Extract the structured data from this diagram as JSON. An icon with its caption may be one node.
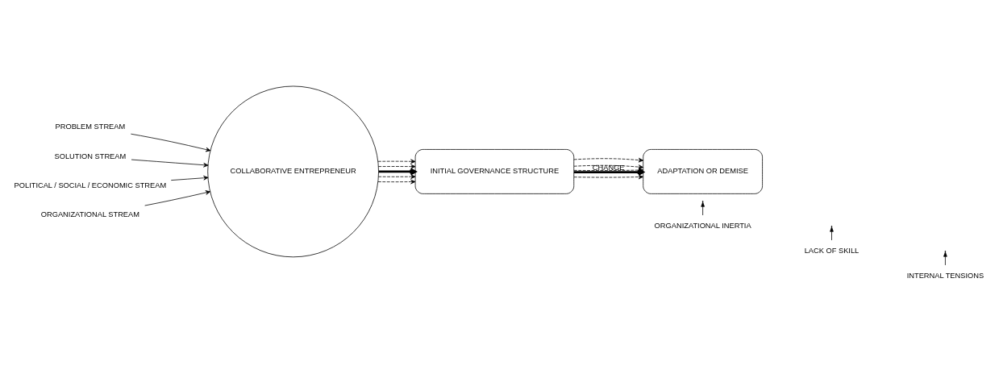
{
  "diagram": {
    "nodes": [
      {
        "text": [
          "PROBLEM STREAM"
        ]
      },
      {
        "text": [
          "SOLUTION STREAM"
        ]
      },
      {
        "text": [
          "POLITICAL / SOCIAL / ECONOMIC STREAM"
        ]
      },
      {
        "text": [
          "ORGANIZATIONAL STREAM"
        ]
      },
      {
        "text": [
          "COLLABORATIVE ENTREPRENEUR"
        ]
      },
      {
        "text": [
          "INITIAL GOVERNANCE STRUCTURE"
        ]
      },
      {
        "text": [
          "ADAPTATION OR DEMISE"
        ]
      },
      {
        "text": [
          "ORGANIZATIONAL INERTIA"
        ]
      },
      {
        "text": [
          "LACK OF SKILL"
        ]
      },
      {
        "text": [
          "INTERNAL TENSIONS"
        ]
      }
    ],
    "edges": [
      {
        "from": 0,
        "to": 4,
        "arrow": "to"
      },
      {
        "from": 1,
        "to": 4,
        "arrow": "to"
      },
      {
        "from": 2,
        "to": 4,
        "arrow": "to"
      },
      {
        "from": 3,
        "to": 4,
        "arrow": "to"
      },
      {
        "from": 4,
        "to": 5,
        "arrow": "to",
        "style": "dashed"
      },
      {
        "from": 4,
        "to": 5,
        "arrow": "to",
        "style": "dashed"
      },
      {
        "from": 4,
        "to": 5,
        "arrow": "to",
        "style": "thick"
      },
      {
        "from": 4,
        "to": 5,
        "arrow": "to",
        "style": "dashed"
      },
      {
        "from": 4,
        "to": 5,
        "arrow": "to",
        "style": "dashed"
      },
      {
        "from": 5,
        "to": 6,
        "arrow": "to",
        "style": "dashed"
      },
      {
        "from": 5,
        "to": 6,
        "arrow": "to",
        "style": "dashed"
      },
      {
        "from": 5,
        "to": 6,
        "arrow": "to",
        "style": "thick",
        "label": "CHANGE"
      },
      {
        "from": 5,
        "to": 6,
        "arrow": "to",
        "style": "dashed"
      },
      {
        "from": 5,
        "to": 6,
        "arrow": "to",
        "style": "dashed"
      },
      {
        "from": 7,
        "to": null,
        "arrow": "to"
      },
      {
        "from": 8,
        "to": null,
        "arrow": "to"
      },
      {
        "from": 9,
        "to": null,
        "arrow": "to"
      }
    ]
  }
}
